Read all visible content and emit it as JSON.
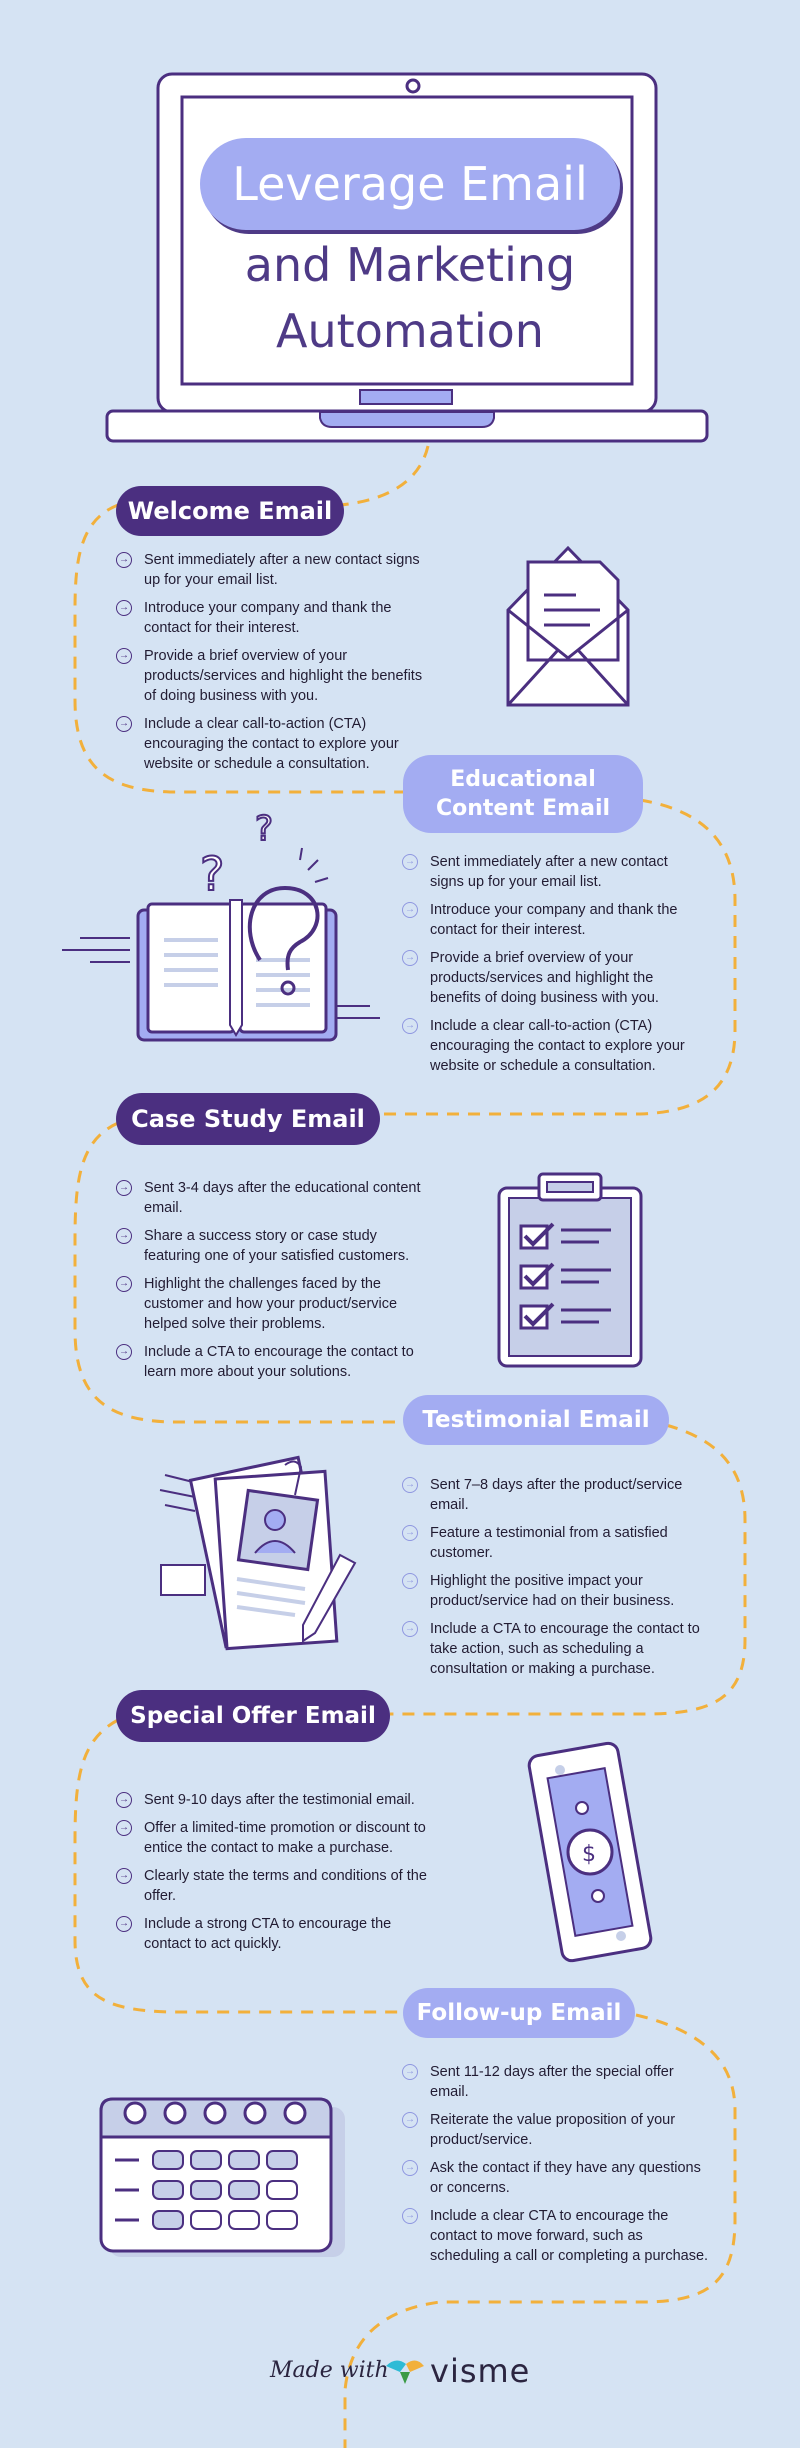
{
  "header": {
    "title_line1": "Leverage Email",
    "title_line2": "and Marketing",
    "title_line3": "Automation"
  },
  "colors": {
    "background": "#d5e3f3",
    "dark_pill": "#4b2f80",
    "light_pill": "#a3acf2",
    "dash_path": "#f2b03b",
    "outline": "#4b2f80"
  },
  "sections": [
    {
      "title": "Welcome Email",
      "icon": "envelope-icon",
      "points": [
        "Sent immediately after a new contact signs up for your email list.",
        "Introduce your company and thank the contact for their interest.",
        "Provide a brief overview of your products/services and highlight the benefits of doing business with you.",
        "Include a clear call-to-action (CTA) encouraging the contact to explore your website or schedule a consultation."
      ]
    },
    {
      "title_line1": "Educational",
      "title_line2": "Content Email",
      "icon": "book-question-icon",
      "points": [
        "Sent immediately after a new contact signs up for your email list.",
        "Introduce your company and thank the contact for their interest.",
        "Provide a brief overview of your products/services and highlight the benefits of doing business with you.",
        "Include a clear call-to-action (CTA) encouraging the contact to explore your website or schedule a consultation."
      ]
    },
    {
      "title": "Case Study Email",
      "icon": "clipboard-checklist-icon",
      "points": [
        "Sent 3-4 days after the educational content email.",
        "Share a success story or case study featuring one of your satisfied customers.",
        "Highlight the challenges faced by the customer and how your product/service helped solve their problems.",
        "Include a CTA to encourage the contact to learn more about your solutions."
      ]
    },
    {
      "title": "Testimonial Email",
      "icon": "profile-document-icon",
      "points": [
        "Sent 7–8 days after the product/service email.",
        "Feature a testimonial from a satisfied customer.",
        "Highlight the positive impact your product/service had on their business.",
        "Include a CTA to encourage the contact to take action, such as scheduling a consultation or making a purchase."
      ]
    },
    {
      "title": "Special Offer Email",
      "icon": "dollar-bill-icon",
      "points": [
        "Sent 9-10 days after the testimonial email.",
        "Offer a limited-time promotion or discount to entice the contact to make a purchase.",
        "Clearly state the terms and conditions of the offer.",
        "Include a strong CTA to encourage the contact to act quickly."
      ]
    },
    {
      "title": "Follow-up Email",
      "icon": "calendar-icon",
      "points": [
        "Sent 11-12 days after the special offer email.",
        "Reiterate the value proposition of your product/service.",
        "Ask the contact if they have any questions or concerns.",
        "Include a clear CTA to encourage the contact to move forward, such as scheduling a call or completing a purchase."
      ]
    }
  ],
  "footer": {
    "made_with": "Made with",
    "brand": "visme"
  }
}
